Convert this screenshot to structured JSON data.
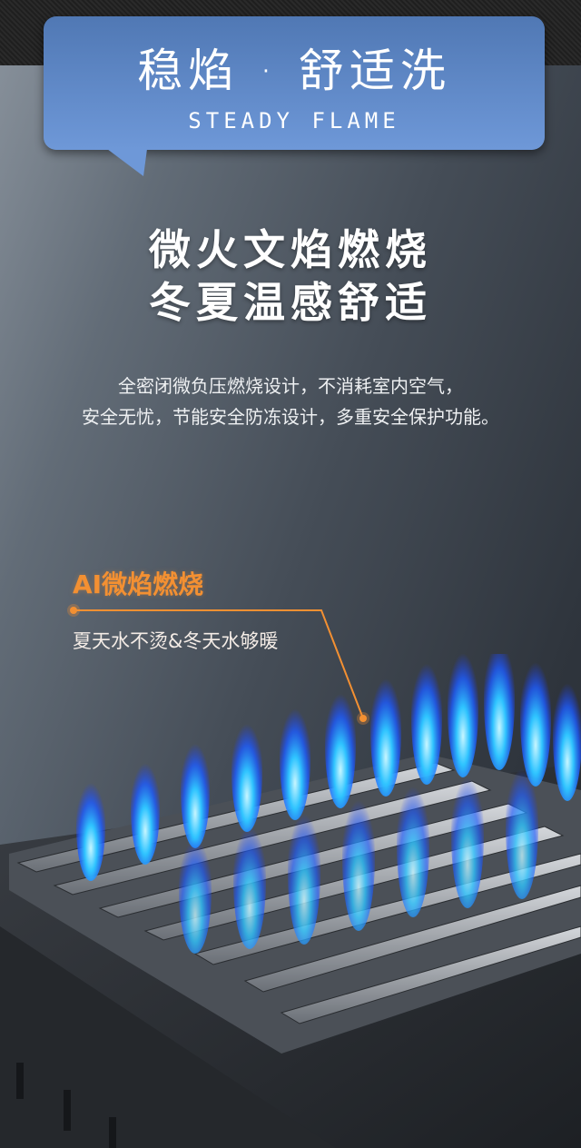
{
  "banner": {
    "title": "稳焰 · 舒适洗",
    "subtitle": "STEADY FLAME",
    "color_top": "#5078b4",
    "color_bottom": "#6e98d8"
  },
  "headline": {
    "line1": "微火文焰燃烧",
    "line2": "冬夏温感舒适"
  },
  "description": {
    "line1": "全密闭微负压燃烧设计，不消耗室内空气，",
    "line2": "安全无忧，节能安全防冻设计，多重安全保护功能。"
  },
  "callout": {
    "title": "AI微焰燃烧",
    "subtitle": "夏天水不烫&冬天水够暖",
    "accent_color": "#f39032"
  },
  "illustration": {
    "subject": "burner-with-blue-flames",
    "flame_color": "#2a7dff"
  }
}
